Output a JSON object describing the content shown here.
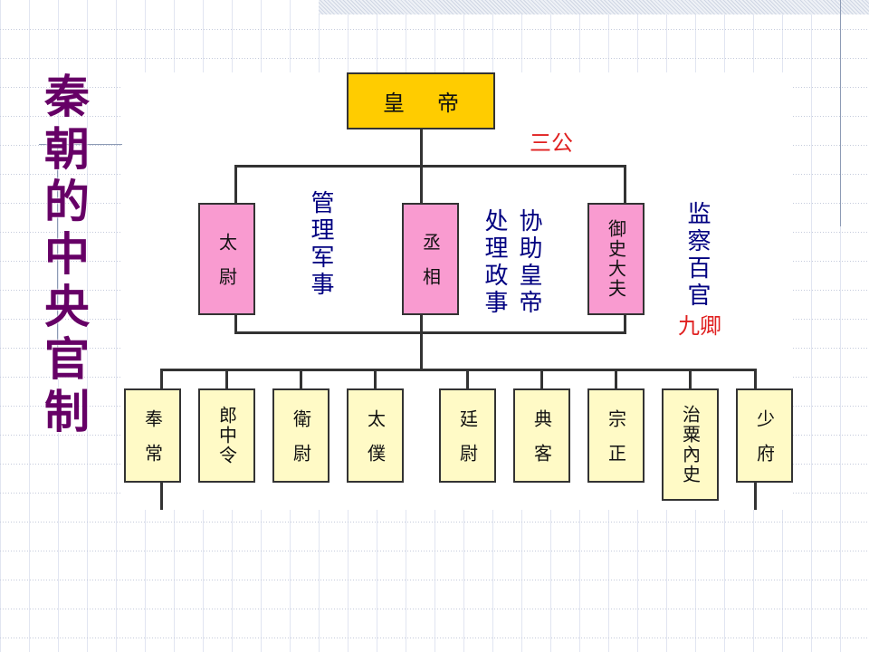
{
  "title": "秦朝的中央官制",
  "emperor": [
    "皇",
    "帝"
  ],
  "labels": {
    "sangong": "三公",
    "jiuqing": "九卿"
  },
  "sangong": [
    {
      "name": "太尉",
      "duty": "管理军事"
    },
    {
      "name": "丞相",
      "duty": "处理政事",
      "duty2": "协助皇帝"
    },
    {
      "name": "御史大夫",
      "duty": "监察百官"
    }
  ],
  "jiuqing": [
    "奉常",
    "郎中令",
    "衛尉",
    "太僕",
    "廷尉",
    "典客",
    "宗正",
    "治粟內史",
    "少府"
  ],
  "colors": {
    "title": "#660066",
    "emperor": "#ffcc00",
    "sangong": "#f99bd0",
    "jiuqing": "#fffac6",
    "duty_text": "#000080",
    "group_label": "#e02020"
  }
}
